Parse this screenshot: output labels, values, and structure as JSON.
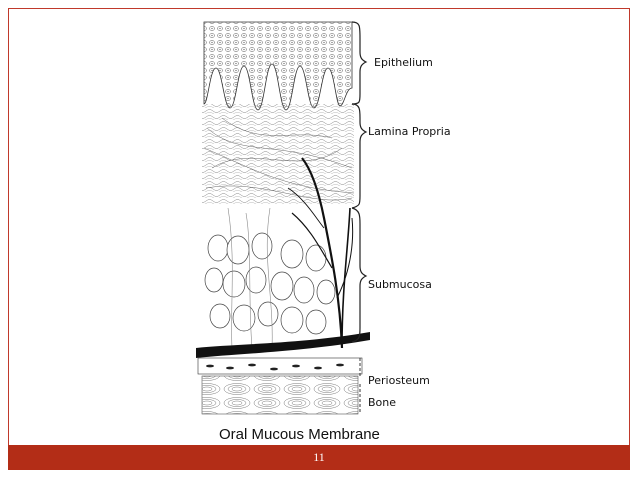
{
  "diagram": {
    "layers": [
      {
        "label": "Epithelium"
      },
      {
        "label": "Lamina Propria"
      },
      {
        "label": "Submucosa"
      },
      {
        "label": "Periosteum"
      },
      {
        "label": "Bone"
      }
    ]
  },
  "caption": "Oral Mucous Membrane",
  "footer": {
    "page_number": "11"
  },
  "colors": {
    "accent": "#b32d17",
    "ink": "#222222"
  }
}
